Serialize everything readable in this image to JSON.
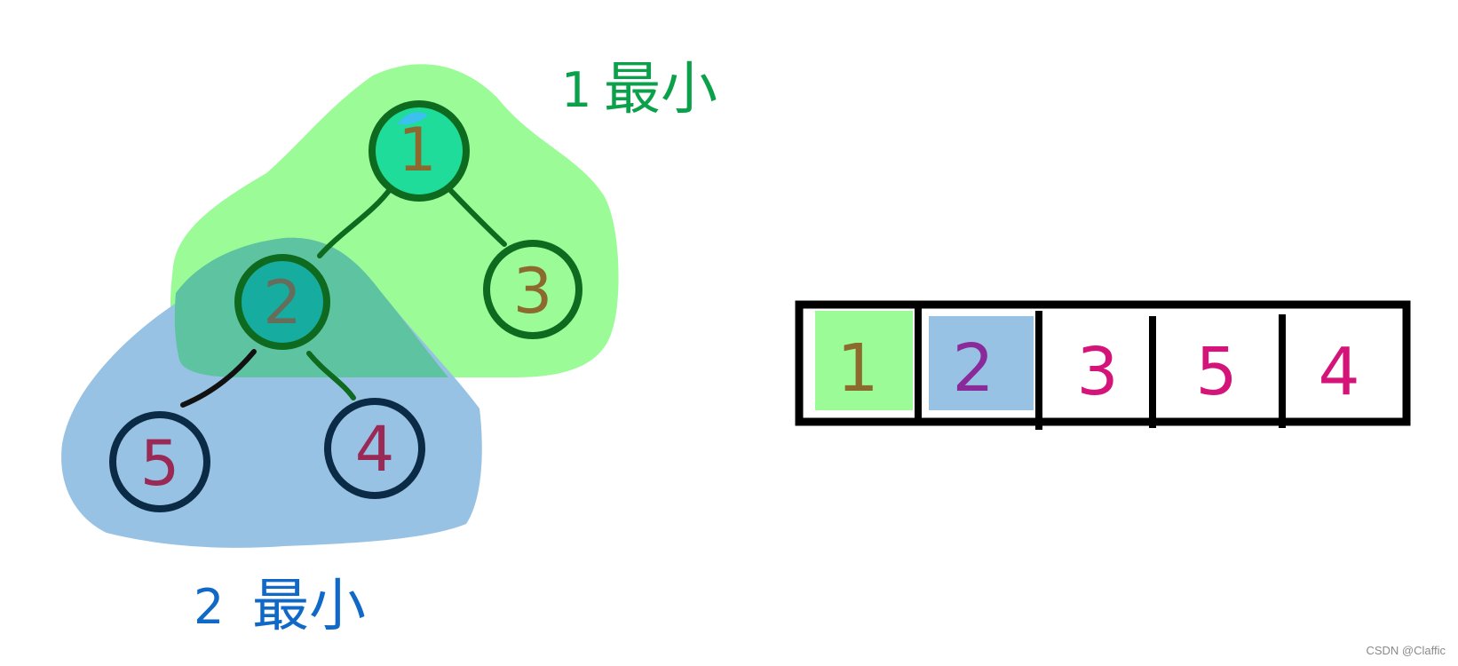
{
  "tree": {
    "nodes": [
      {
        "id": "n1",
        "label": "1"
      },
      {
        "id": "n2",
        "label": "2"
      },
      {
        "id": "n3",
        "label": "3"
      },
      {
        "id": "n5",
        "label": "5"
      },
      {
        "id": "n4",
        "label": "4"
      }
    ],
    "edges": [
      {
        "from": "1",
        "to": "2"
      },
      {
        "from": "1",
        "to": "3"
      },
      {
        "from": "2",
        "to": "5"
      },
      {
        "from": "2",
        "to": "4"
      }
    ]
  },
  "annotations": {
    "top": {
      "num": "1",
      "text": "最小"
    },
    "bottom": {
      "num": "2",
      "text": "最小"
    }
  },
  "array": {
    "cells": [
      "1",
      "2",
      "3",
      "5",
      "4"
    ]
  },
  "watermark": "CSDN @Claffic",
  "colors": {
    "green_region": "#9bfb97",
    "blue_region": "#97c2e4",
    "overlap_region": "#5ec3a0",
    "node_green_ring": "#0e6a1e",
    "node_navy_ring": "#0b2a45",
    "node1_fill": "#1fdc9a",
    "node2_fill": "#16aca0",
    "label_brown": "#8c6a2e",
    "label_magenta": "#d41478",
    "label_maroon": "#9a2a55",
    "label_purple": "#8a2a9a",
    "annot_green": "#0aa14a",
    "annot_blue": "#1069c7"
  }
}
